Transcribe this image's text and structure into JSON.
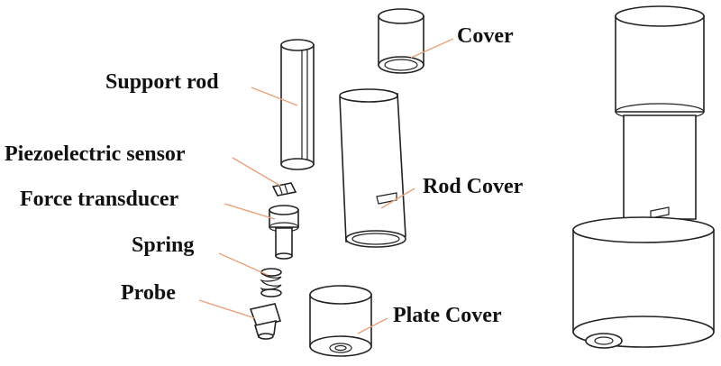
{
  "labels": {
    "support_rod": "Support rod",
    "piezoelectric_sensor": "Piezoelectric sensor",
    "force_transducer": "Force transducer",
    "spring": "Spring",
    "probe": "Probe",
    "cover": "Cover",
    "rod_cover": "Rod Cover",
    "plate_cover": "Plate Cover"
  },
  "colors": {
    "leader_line": "#e8a17a",
    "outline": "#222222",
    "text": "#111111"
  }
}
